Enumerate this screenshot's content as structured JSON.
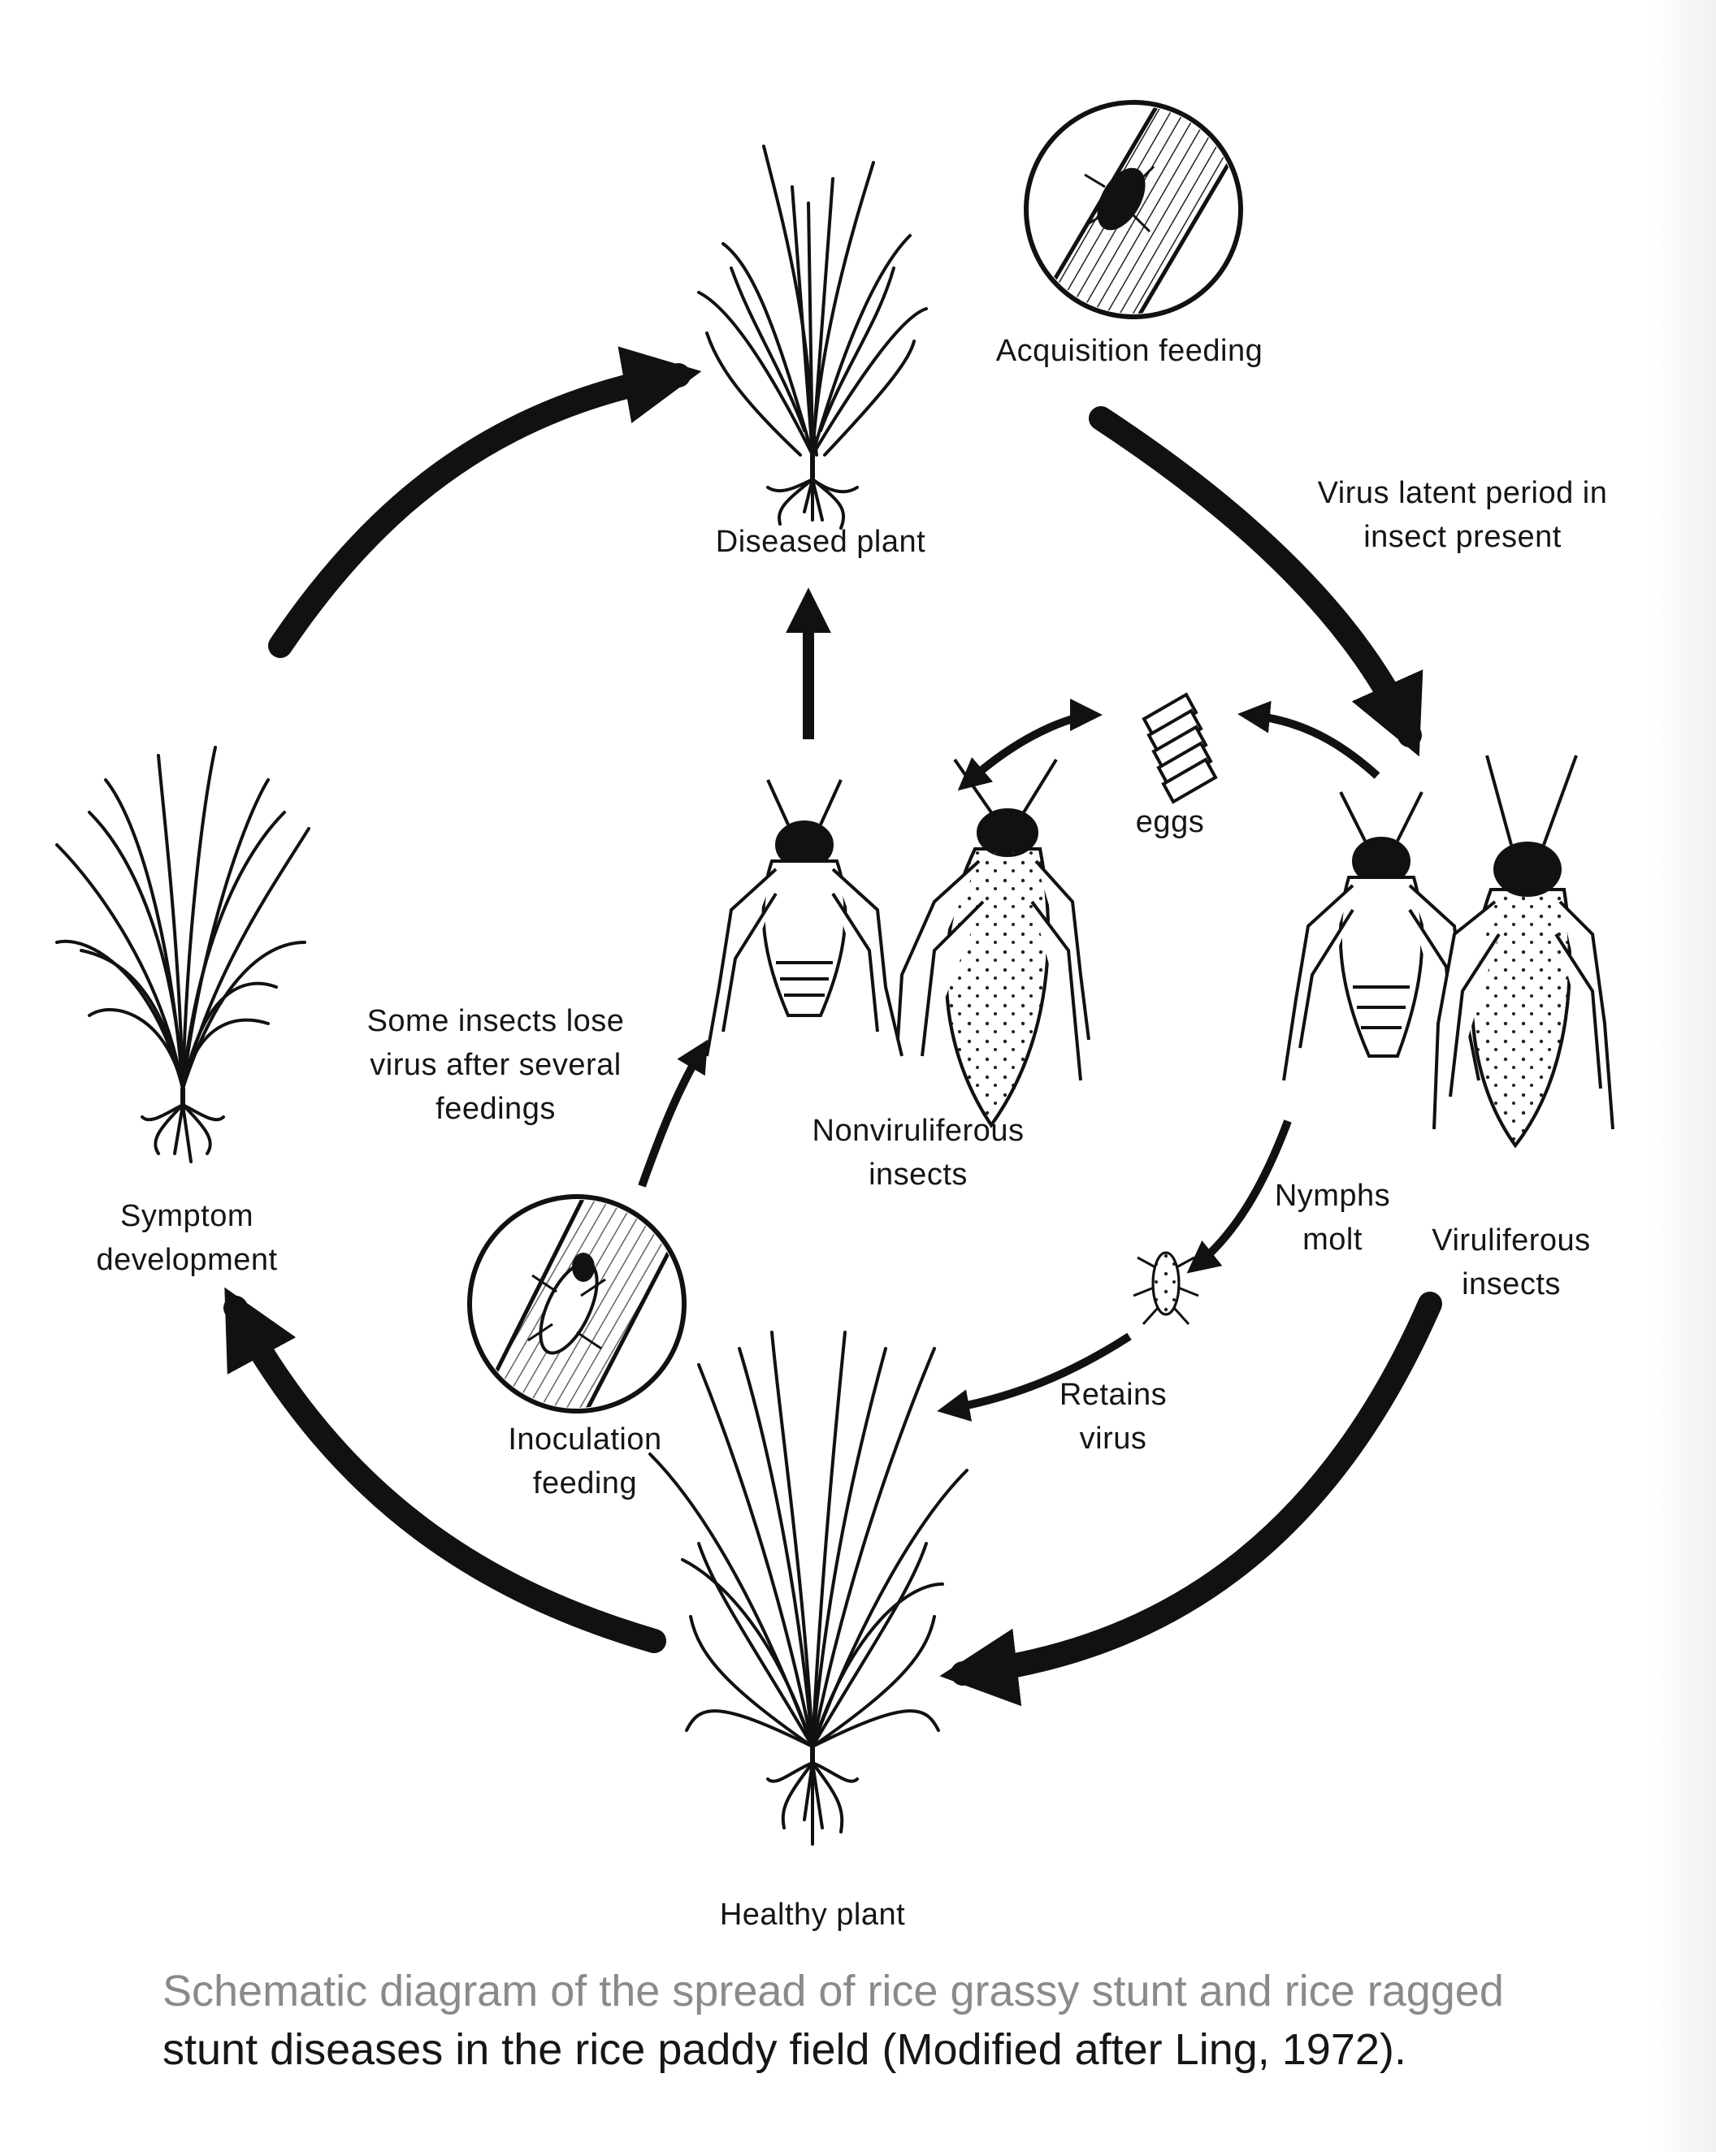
{
  "labels": {
    "diseased_plant": "Diseased plant",
    "acquisition_feeding": "Acquisition feeding",
    "virus_latent": "Virus latent period in\ninsect present",
    "eggs": "eggs",
    "nonviruliferous": "Nonviruliferous\ninsects",
    "viruliferous": "Viruliferous\ninsects",
    "nymphs_molt": "Nymphs\nmolt",
    "retains_virus": "Retains\nvirus",
    "some_insects": "Some insects lose\nvirus after several\nfeedings",
    "symptom_development": "Symptom\ndevelopment",
    "inoculation_feeding": "Inoculation\nfeeding",
    "healthy_plant": "Healthy plant"
  },
  "caption": {
    "line1": "Schematic diagram of the spread of rice grassy stunt and rice ragged",
    "line2": "stunt diseases in the rice paddy field (Modified after Ling, 1972)."
  },
  "colors": {
    "ink": "#111111",
    "caption_gray": "#8a8a8a",
    "background": "#ffffff"
  }
}
